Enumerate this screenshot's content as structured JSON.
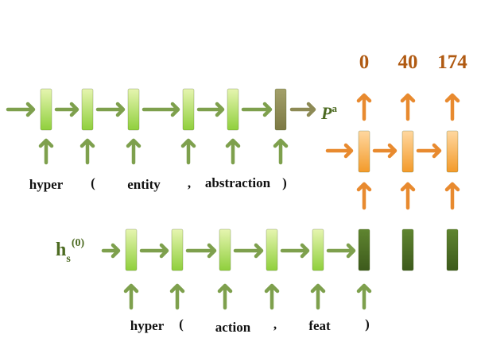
{
  "colors": {
    "green_arrow": "#7ea04d",
    "orange_arrow": "#e88a2f",
    "cell_light_top": "#e6f5b0",
    "cell_light_bottom": "#8fcf3c",
    "cell_olive": "#8d8a55",
    "cell_dark": "#4c6b25",
    "cell_orange_top": "#ffd8a0",
    "cell_orange_bottom": "#f39a2a",
    "output_number": "#b05a12",
    "label_green": "#4d6b22"
  },
  "decoder_outputs": [
    "0",
    "40",
    "174"
  ],
  "top_label": {
    "main": "P",
    "sup": "a"
  },
  "bottom_label": {
    "main": "h",
    "sub": "s",
    "sup": "(0)"
  },
  "top_tokens": [
    "hyper",
    "(",
    "entity",
    ",",
    "abstraction",
    ")"
  ],
  "bottom_tokens": [
    "hyper",
    "(",
    "action",
    ",",
    "feat",
    ")"
  ],
  "icons": {
    "arrow": "arrow-icon",
    "cell": "lstm-cell-icon"
  }
}
